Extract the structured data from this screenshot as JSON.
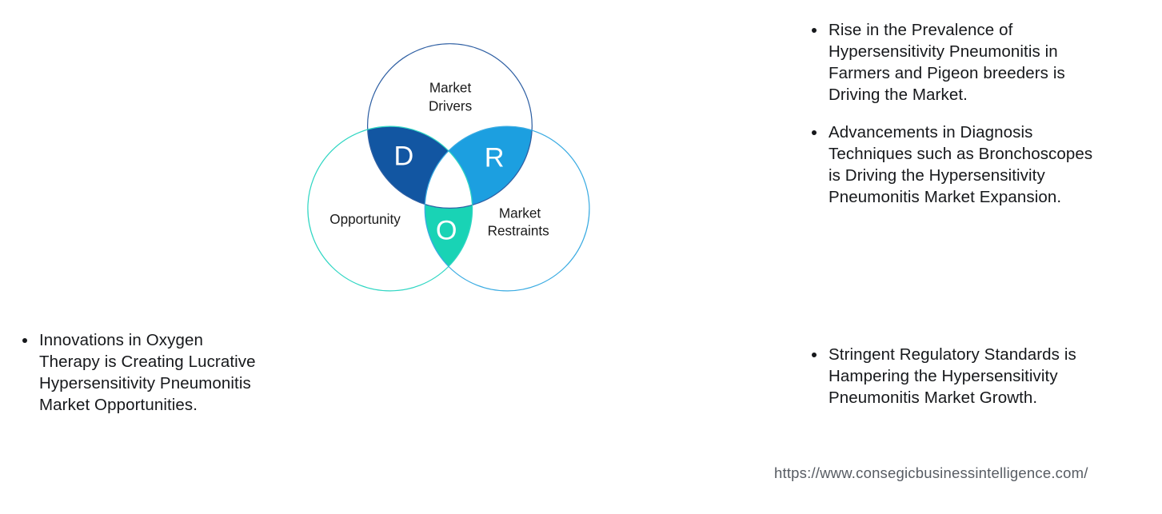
{
  "page": {
    "background": "#ffffff",
    "source_url": "https://www.consegicbusinessintelligence.com/"
  },
  "venn": {
    "drivers": {
      "label_line1": "Market",
      "label_line2": "Drivers",
      "letter": "D"
    },
    "restraints": {
      "label_line1": "Market",
      "label_line2": "Restraints",
      "letter": "R"
    },
    "opportunity": {
      "label": "Opportunity",
      "letter": "O"
    },
    "colors": {
      "drivers_stroke": "#2e5fa3",
      "opportunity_stroke": "#2fd6c3",
      "restraints_stroke": "#3aabe2",
      "drivers_opportunity_fill": "#1256a2",
      "drivers_restraints_fill": "#1c9fe0",
      "opportunity_restraints_fill": "#19d3b5",
      "center_fill": "#ffffff",
      "letter_color": "#ffffff",
      "label_color": "#1a1a1a"
    }
  },
  "bullets": {
    "left": [
      {
        "lines": [
          "Innovations in Oxygen",
          "Therapy is Creating Lucrative",
          "Hypersensitivity Pneumonitis",
          "Market Opportunities."
        ]
      }
    ],
    "right_top": [
      {
        "lines": [
          "Rise in the Prevalence of",
          "Hypersensitivity Pneumonitis in",
          "Farmers and Pigeon breeders is",
          "Driving the Market."
        ]
      },
      {
        "lines": [
          "Advancements in Diagnosis",
          "Techniques such as Bronchoscopes",
          "is Driving the Hypersensitivity",
          "Pneumonitis Market Expansion."
        ]
      }
    ],
    "right_bottom": [
      {
        "lines": [
          "Stringent Regulatory Standards is",
          "Hampering the Hypersensitivity",
          "Pneumonitis Market Growth."
        ]
      }
    ]
  }
}
